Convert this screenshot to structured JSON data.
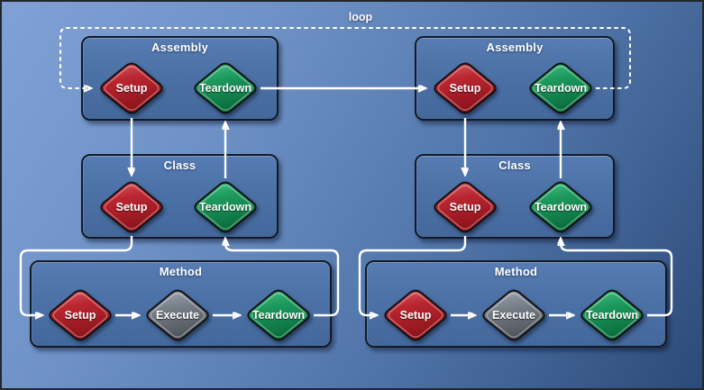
{
  "diagram": {
    "loop_label": "loop",
    "columns": [
      {
        "assembly": {
          "title": "Assembly",
          "setup": "Setup",
          "teardown": "Teardown"
        },
        "class": {
          "title": "Class",
          "setup": "Setup",
          "teardown": "Teardown"
        },
        "method": {
          "title": "Method",
          "setup": "Setup",
          "execute": "Execute",
          "teardown": "Teardown"
        }
      },
      {
        "assembly": {
          "title": "Assembly",
          "setup": "Setup",
          "teardown": "Teardown"
        },
        "class": {
          "title": "Class",
          "setup": "Setup",
          "teardown": "Teardown"
        },
        "method": {
          "title": "Method",
          "setup": "Setup",
          "execute": "Execute",
          "teardown": "Teardown"
        }
      }
    ]
  },
  "colors": {
    "background_top_left": "#80a1d5",
    "background_bottom_right": "#2b4a79",
    "container_fill": "#4d72a7",
    "container_border": "#131a24",
    "setup_red": "#b5242c",
    "teardown_green": "#1a9156",
    "execute_gray": "#78808a",
    "connector": "#ffffff",
    "label_text": "#ffffff"
  }
}
